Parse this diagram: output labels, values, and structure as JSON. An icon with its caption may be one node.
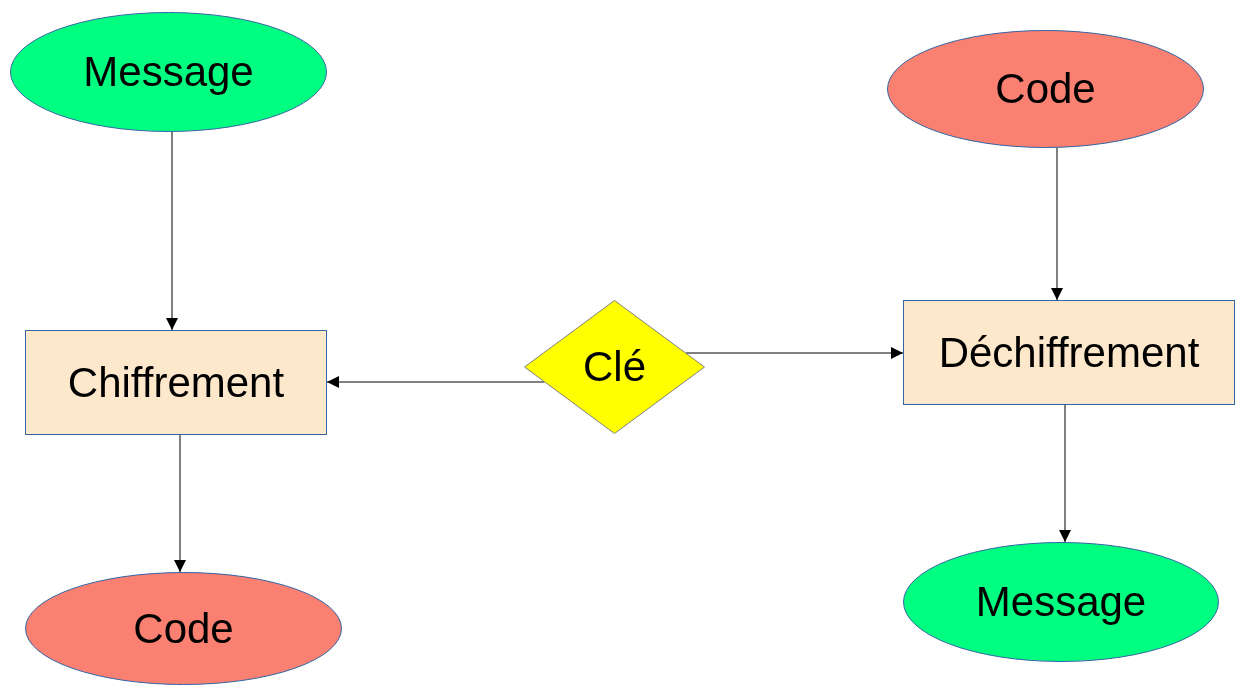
{
  "diagram": {
    "nodes": [
      {
        "text": [
          "Message"
        ]
      },
      {
        "text": [
          "Chiffrement"
        ]
      },
      {
        "text": [
          "Code"
        ]
      },
      {
        "text": [
          "Clé"
        ]
      },
      {
        "text": [
          "Code"
        ]
      },
      {
        "text": [
          "Déchiffrement"
        ]
      },
      {
        "text": [
          "Message"
        ]
      }
    ],
    "edges": [
      {
        "from": 0,
        "to": 1,
        "arrow": "to"
      },
      {
        "from": 1,
        "to": 2,
        "arrow": "to"
      },
      {
        "from": 3,
        "to": 1,
        "arrow": "to"
      },
      {
        "from": 3,
        "to": 5,
        "arrow": "to"
      },
      {
        "from": 4,
        "to": 5,
        "arrow": "to"
      },
      {
        "from": 5,
        "to": 6,
        "arrow": "to"
      }
    ]
  }
}
